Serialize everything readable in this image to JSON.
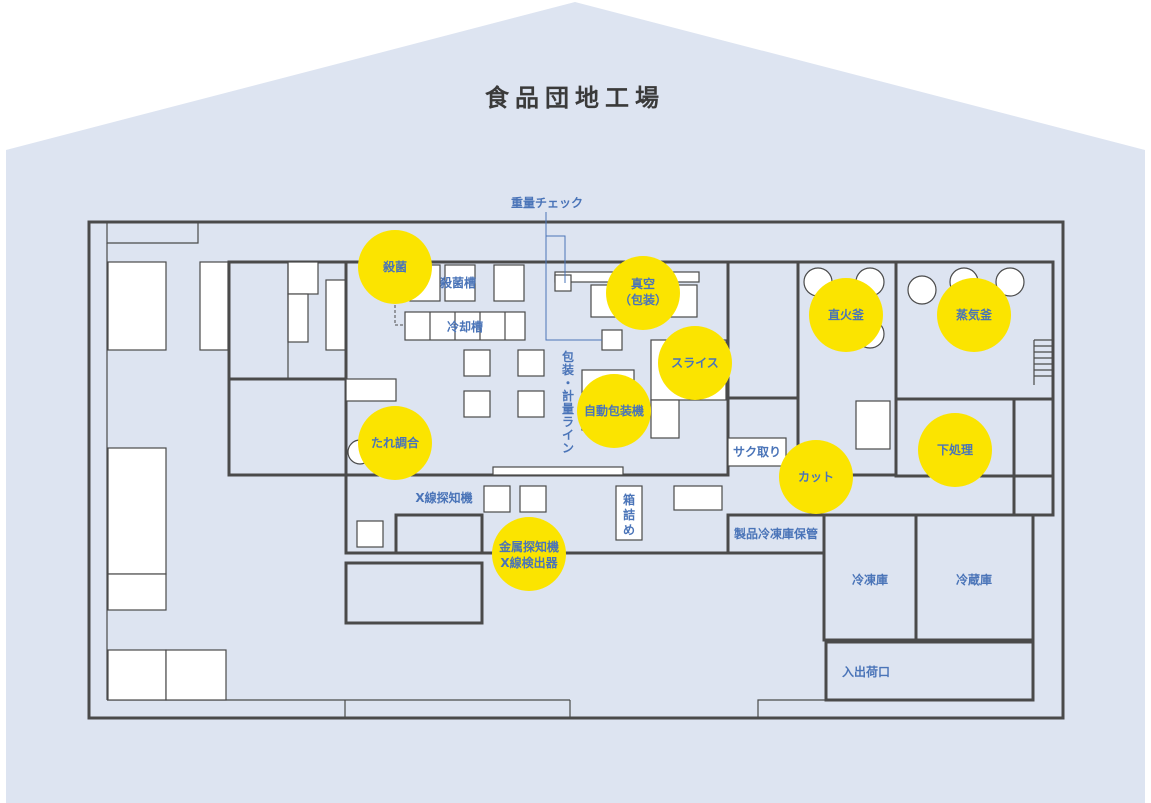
{
  "title": "食品団地工場",
  "colors": {
    "background": "#dde4f1",
    "marker": "#fbe400",
    "label": "#4a74b8",
    "wall": "#4a4a4a"
  },
  "room_labels": {
    "weight_check": "重量チェック",
    "sterilizing_tank": "殺菌槽",
    "cooling_tank": "冷却槽",
    "packing_line": [
      "包",
      "装",
      "・",
      "計",
      "量",
      "ラ",
      "イ",
      "ン"
    ],
    "xray_detector": "X線探知機",
    "boxing": [
      "箱",
      "詰",
      "め"
    ],
    "saku_cut": "サク取り",
    "product_freezer_storage": "製品冷凍庫保管",
    "freezer": "冷凍庫",
    "refrigerator": "冷蔵庫",
    "loading_entrance": "入出荷口"
  },
  "markers": {
    "sterilize": [
      "殺菌"
    ],
    "vacuum_pack": [
      "真空",
      "（包装）"
    ],
    "slice": [
      "スライス"
    ],
    "auto_packer": [
      "自動包装機"
    ],
    "sauce_mix": [
      "たれ調合"
    ],
    "metal_xray": [
      "金属探知機",
      "X線検出器"
    ],
    "cut": [
      "カット"
    ],
    "direct_fire_kettle": [
      "直火釜"
    ],
    "steam_kettle": [
      "蒸気釜"
    ],
    "prep": [
      "下処理"
    ]
  }
}
